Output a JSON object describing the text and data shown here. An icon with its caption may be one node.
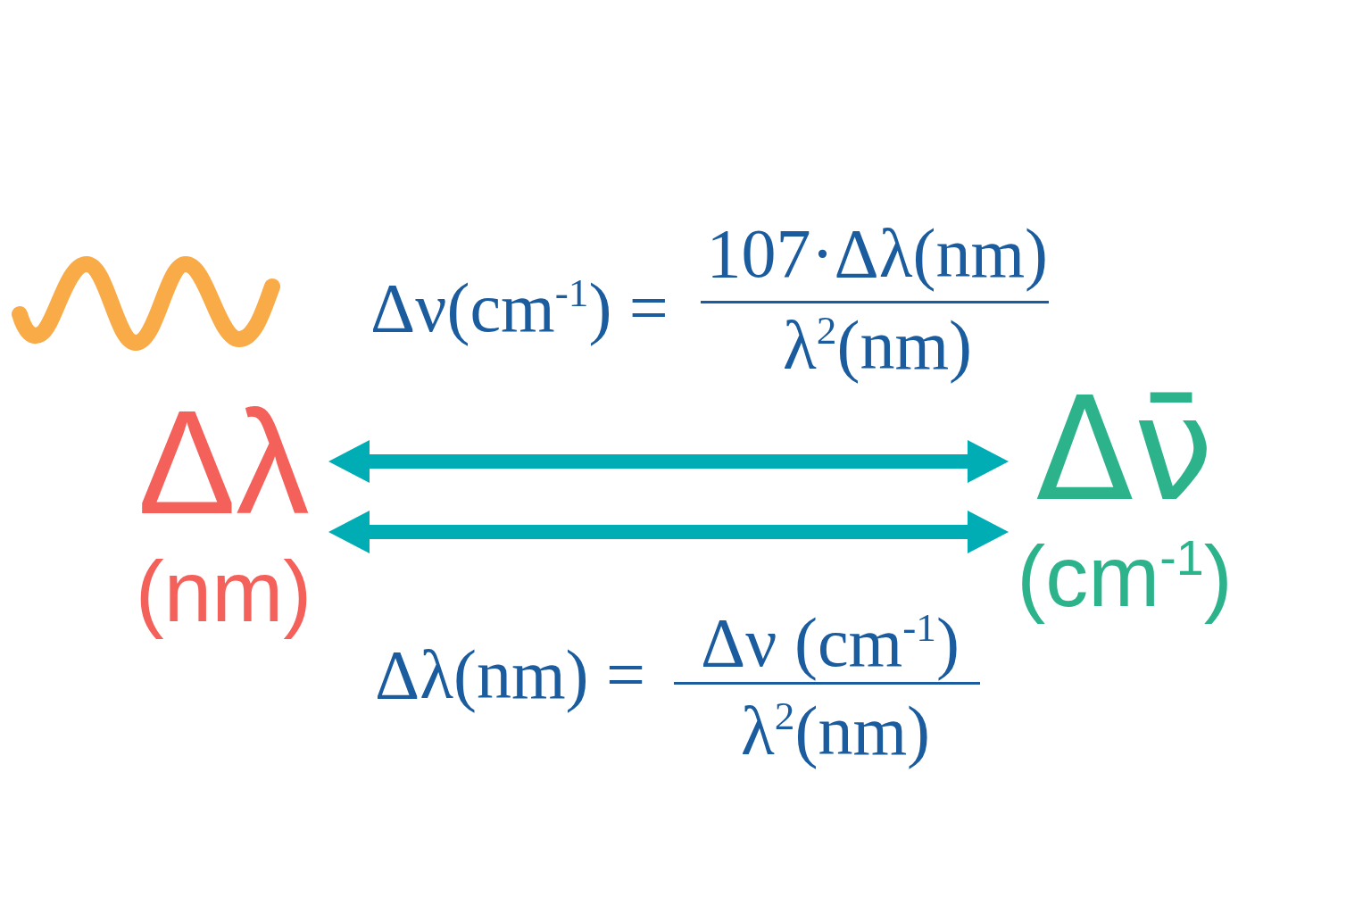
{
  "diagram": {
    "nodes": [
      {
        "text": [
          "Δλ",
          "(nm)"
        ]
      },
      {
        "text": [
          "Δν̄",
          "(cm$^{-1}$)"
        ]
      }
    ],
    "edges": [
      {
        "from": 0,
        "to": 1,
        "arrow": "both"
      },
      {
        "from": 0,
        "to": 1,
        "arrow": "both"
      }
    ],
    "labels": [
      "Δν(cm$^{-1}$) =",
      "107·Δλ(nm)",
      "λ$^{2}$(nm)",
      "Δλ(nm) =",
      "Δν (cm$^{-1}$)",
      "λ$^{2}$(nm)"
    ]
  }
}
